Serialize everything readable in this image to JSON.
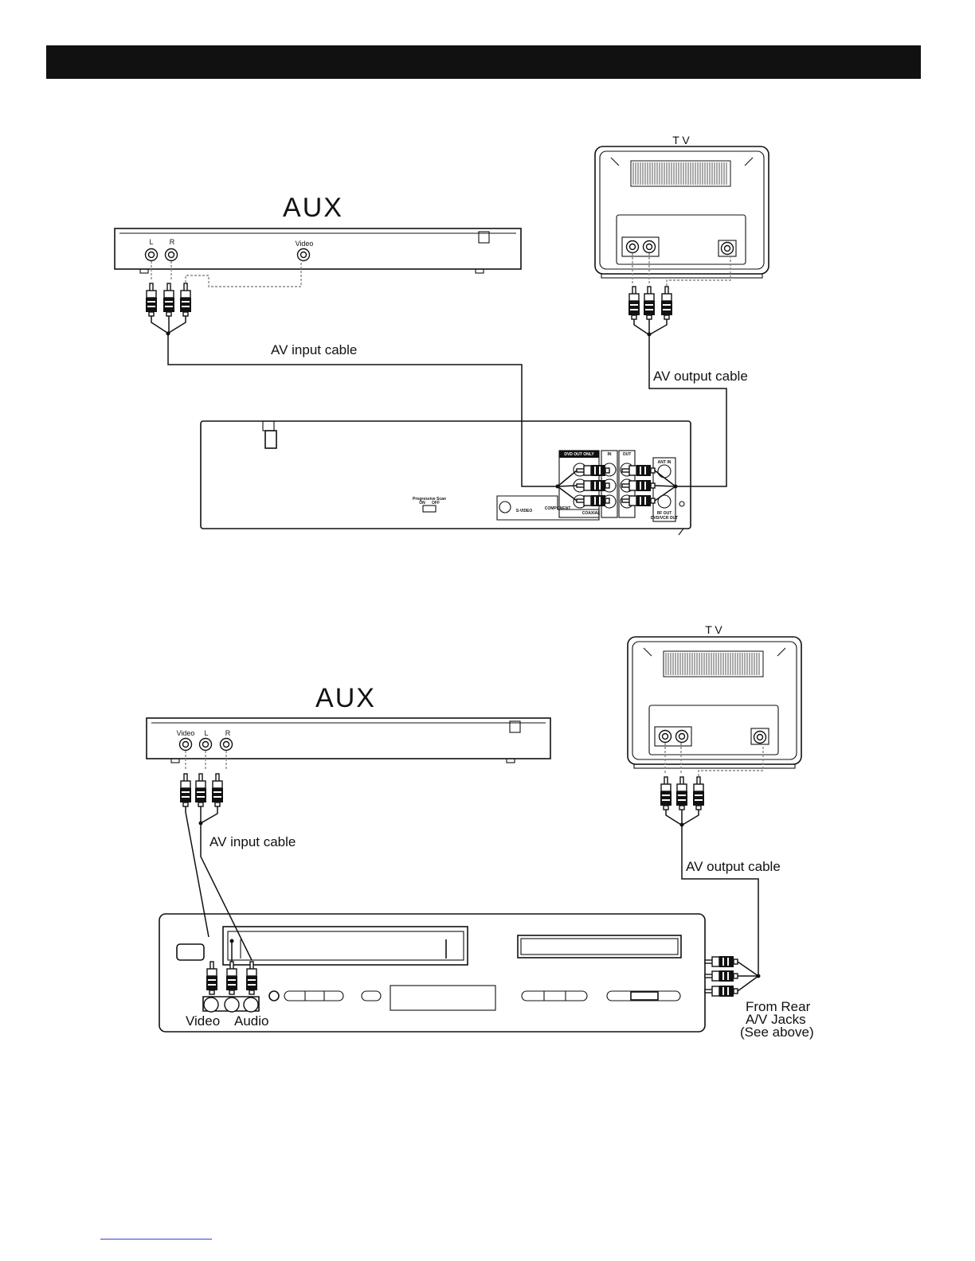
{
  "header": {
    "color": "#111111"
  },
  "top": {
    "tv_label": "T V",
    "aux_label": "AUX",
    "aux_jacks": [
      "L",
      "R",
      "Video"
    ],
    "input_cable": "AV input cable",
    "output_cable": "AV output cable",
    "rear_panel": {
      "dvd_out": "DVD OUT ONLY",
      "in": "IN",
      "out": "OUT",
      "ant_in": "ANT IN",
      "rf_out": "RF OUT",
      "rf_out_sub": "DVD/VCR OUT",
      "svideo": "S-VIDEO",
      "component": "COMPONENT",
      "coaxial": "COAXIAL",
      "prog_scan": "Progressive Scan",
      "on": "ON",
      "off": "OFF"
    }
  },
  "bottom": {
    "tv_label": "T V",
    "aux_label": "AUX",
    "aux_jacks": [
      "Video",
      "L",
      "R"
    ],
    "input_cable": "AV input cable",
    "output_cable": "AV output cable",
    "front_video": "Video",
    "front_audio": "Audio",
    "rear_note": [
      "From Rear",
      "A/V Jacks",
      "(See above)"
    ]
  }
}
